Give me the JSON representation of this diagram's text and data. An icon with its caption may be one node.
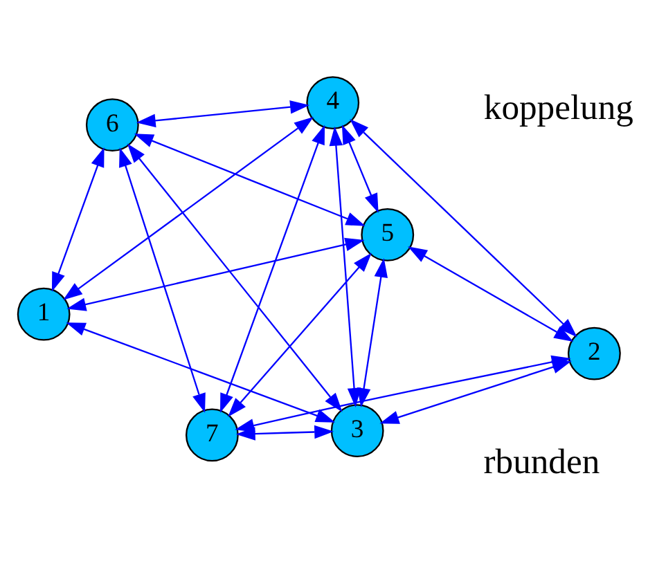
{
  "diagram": {
    "nodes": [
      {
        "text": [
          "1"
        ]
      },
      {
        "text": [
          "2"
        ]
      },
      {
        "text": [
          "3"
        ]
      },
      {
        "text": [
          "4"
        ]
      },
      {
        "text": [
          "5"
        ]
      },
      {
        "text": [
          "6"
        ]
      },
      {
        "text": [
          "7"
        ]
      }
    ],
    "edges": [
      {
        "from": 0,
        "to": 5,
        "arrow": "both"
      },
      {
        "from": 0,
        "to": 2,
        "arrow": "both"
      },
      {
        "from": 0,
        "to": 3,
        "arrow": "both"
      },
      {
        "from": 0,
        "to": 4,
        "arrow": "both"
      },
      {
        "from": 1,
        "to": 2,
        "arrow": "both"
      },
      {
        "from": 1,
        "to": 3,
        "arrow": "both"
      },
      {
        "from": 1,
        "to": 4,
        "arrow": "both"
      },
      {
        "from": 1,
        "to": 6,
        "arrow": "both"
      },
      {
        "from": 2,
        "to": 3,
        "arrow": "both"
      },
      {
        "from": 2,
        "to": 5,
        "arrow": "both"
      },
      {
        "from": 2,
        "to": 4,
        "arrow": "both"
      },
      {
        "from": 2,
        "to": 6,
        "arrow": "both"
      },
      {
        "from": 3,
        "to": 4,
        "arrow": "both"
      },
      {
        "from": 3,
        "to": 5,
        "arrow": "both"
      },
      {
        "from": 3,
        "to": 6,
        "arrow": "both"
      },
      {
        "from": 4,
        "to": 5,
        "arrow": "both"
      },
      {
        "from": 4,
        "to": 6,
        "arrow": "both"
      },
      {
        "from": 5,
        "to": 6,
        "arrow": "both"
      }
    ],
    "labels": [
      "koppelung",
      "rbunden"
    ]
  }
}
